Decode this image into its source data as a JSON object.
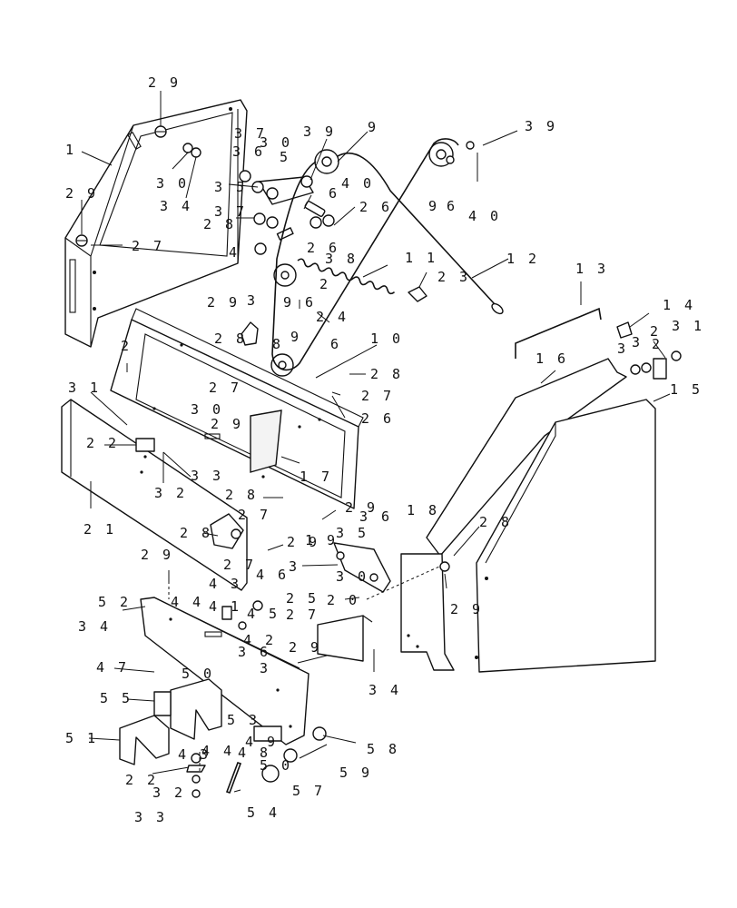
{
  "diagram": {
    "line_color": "#111111",
    "background": "#ffffff",
    "callouts": [
      {
        "id": "c1",
        "text": "2 9"
      },
      {
        "id": "c2",
        "text": "1"
      },
      {
        "id": "c3",
        "text": "2 9"
      },
      {
        "id": "c4",
        "text": "2 7"
      },
      {
        "id": "c5",
        "text": "3 0"
      },
      {
        "id": "c6",
        "text": "3 4"
      },
      {
        "id": "c7",
        "text": "3 7"
      },
      {
        "id": "c8",
        "text": "3 6"
      },
      {
        "id": "c9",
        "text": "3 0"
      },
      {
        "id": "c10",
        "text": "5"
      },
      {
        "id": "c11",
        "text": "3 9"
      },
      {
        "id": "c12",
        "text": "9"
      },
      {
        "id": "c13",
        "text": "3 9"
      },
      {
        "id": "c14",
        "text": "3 5"
      },
      {
        "id": "c15",
        "text": "4 0"
      },
      {
        "id": "c16",
        "text": "6"
      },
      {
        "id": "c17",
        "text": "3 7"
      },
      {
        "id": "c18",
        "text": "2 8"
      },
      {
        "id": "c19",
        "text": "2 6"
      },
      {
        "id": "c20",
        "text": "9"
      },
      {
        "id": "c21",
        "text": "6"
      },
      {
        "id": "c22",
        "text": "4 0"
      },
      {
        "id": "c23",
        "text": "4"
      },
      {
        "id": "c24",
        "text": "2 6"
      },
      {
        "id": "c25",
        "text": "3 8"
      },
      {
        "id": "c26",
        "text": "1 1"
      },
      {
        "id": "c27",
        "text": "2 3"
      },
      {
        "id": "c28",
        "text": "1 2"
      },
      {
        "id": "c29",
        "text": "1 3"
      },
      {
        "id": "c30",
        "text": "2 9"
      },
      {
        "id": "c31",
        "text": "3"
      },
      {
        "id": "c32",
        "text": "2"
      },
      {
        "id": "c33",
        "text": "9 6"
      },
      {
        "id": "c34",
        "text": "2 4"
      },
      {
        "id": "c35",
        "text": "9"
      },
      {
        "id": "c36",
        "text": "8"
      },
      {
        "id": "c37",
        "text": "1 4"
      },
      {
        "id": "c38",
        "text": "2"
      },
      {
        "id": "c39",
        "text": "3 1"
      },
      {
        "id": "c40",
        "text": "3"
      },
      {
        "id": "c41",
        "text": "3"
      },
      {
        "id": "c42",
        "text": "2"
      },
      {
        "id": "c43",
        "text": "2"
      },
      {
        "id": "c44",
        "text": "2 8"
      },
      {
        "id": "c45",
        "text": "6"
      },
      {
        "id": "c46",
        "text": "1 0"
      },
      {
        "id": "c47",
        "text": "2 7"
      },
      {
        "id": "c48",
        "text": "2 8"
      },
      {
        "id": "c49",
        "text": "2 7"
      },
      {
        "id": "c50",
        "text": "1 6"
      },
      {
        "id": "c51",
        "text": "1 5"
      },
      {
        "id": "c52",
        "text": "3 1"
      },
      {
        "id": "c53",
        "text": "3 0"
      },
      {
        "id": "c54",
        "text": "2 9"
      },
      {
        "id": "c55",
        "text": "2 6"
      },
      {
        "id": "c56",
        "text": "2 2"
      },
      {
        "id": "c57",
        "text": "3 3"
      },
      {
        "id": "c58",
        "text": "3 2"
      },
      {
        "id": "c59",
        "text": "1 7"
      },
      {
        "id": "c60",
        "text": "2 8"
      },
      {
        "id": "c61",
        "text": "2 7"
      },
      {
        "id": "c62",
        "text": "2 1"
      },
      {
        "id": "c63",
        "text": "2 9"
      },
      {
        "id": "c64",
        "text": "1 8"
      },
      {
        "id": "c65",
        "text": "3 5"
      },
      {
        "id": "c66",
        "text": "3 6"
      },
      {
        "id": "c67",
        "text": "2 8"
      },
      {
        "id": "c68",
        "text": "2 8"
      },
      {
        "id": "c69",
        "text": "2 9"
      },
      {
        "id": "c70",
        "text": "1 9"
      },
      {
        "id": "c71",
        "text": "2 7"
      },
      {
        "id": "c72",
        "text": "3"
      },
      {
        "id": "c73",
        "text": "3 0"
      },
      {
        "id": "c74",
        "text": "2 9"
      },
      {
        "id": "c75",
        "text": "2 9"
      },
      {
        "id": "c76",
        "text": "2 0"
      },
      {
        "id": "c77",
        "text": "2 5"
      },
      {
        "id": "c78",
        "text": "2 7"
      },
      {
        "id": "c79",
        "text": "4 3"
      },
      {
        "id": "c80",
        "text": "4 6"
      },
      {
        "id": "c81",
        "text": "5 2"
      },
      {
        "id": "c82",
        "text": "4 4"
      },
      {
        "id": "c83",
        "text": "4 1"
      },
      {
        "id": "c84",
        "text": "3 4"
      },
      {
        "id": "c85",
        "text": "4 5"
      },
      {
        "id": "c86",
        "text": "4 2"
      },
      {
        "id": "c87",
        "text": "2 9"
      },
      {
        "id": "c88",
        "text": "3 4"
      },
      {
        "id": "c89",
        "text": "4 7"
      },
      {
        "id": "c90",
        "text": "3 6"
      },
      {
        "id": "c91",
        "text": "3"
      },
      {
        "id": "c92",
        "text": "5 0"
      },
      {
        "id": "c93",
        "text": "5 5"
      },
      {
        "id": "c94",
        "text": "5 1"
      },
      {
        "id": "c95",
        "text": "5 3"
      },
      {
        "id": "c96",
        "text": "4 9"
      },
      {
        "id": "c97",
        "text": "5 8"
      },
      {
        "id": "c98",
        "text": "4 8"
      },
      {
        "id": "c99",
        "text": "4 3"
      },
      {
        "id": "c100",
        "text": "5 9"
      },
      {
        "id": "c101",
        "text": "4 4"
      },
      {
        "id": "c102",
        "text": "5 0"
      },
      {
        "id": "c103",
        "text": "2 2"
      },
      {
        "id": "c104",
        "text": "3 2"
      },
      {
        "id": "c105",
        "text": "5 7"
      },
      {
        "id": "c106",
        "text": "3 3"
      },
      {
        "id": "c107",
        "text": "5 4"
      }
    ]
  }
}
